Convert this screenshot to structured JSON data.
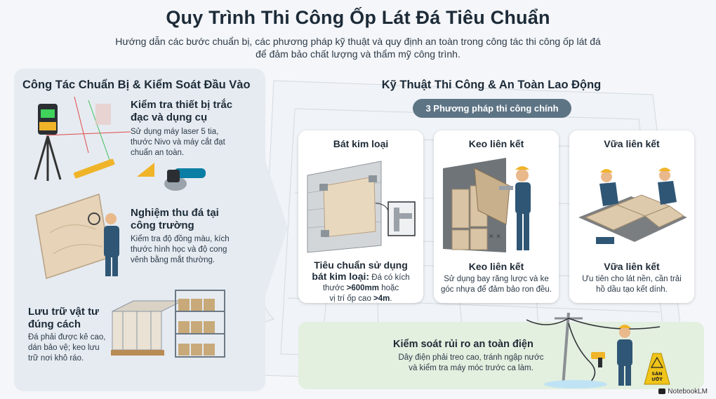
{
  "title": "Quy Trình Thi Công Ốp Lát Đá Tiêu Chuẩn",
  "subtitle_line1": "Hướng dẫn các bước chuẩn bị, các phương pháp kỹ thuật và quy định an toàn trong công tác thi công ốp lát đá",
  "subtitle_line2": "để đảm bảo chất lượng và thẩm mỹ công trình.",
  "left": {
    "heading": "Công Tác Chuẩn Bị & Kiểm Soát Đầu Vào",
    "items": [
      {
        "title_line1": "Kiểm tra thiết bị trắc",
        "title_line2": "đạc và dụng cụ",
        "desc_line1": "Sử dụng máy laser 5 tia,",
        "desc_line2": "thước Nivo và máy cắt đạt",
        "desc_line3": "chuẩn an toàn."
      },
      {
        "title_line1": "Nghiệm thu đá tại",
        "title_line2": "công trường",
        "desc_line1": "Kiểm tra độ đồng màu, kích",
        "desc_line2": "thước hình học và độ cong",
        "desc_line3": "vênh bằng mắt thường."
      },
      {
        "title_line1": "Lưu trữ vật tư",
        "title_line2": "đúng cách",
        "desc_line1": "Đá phải được kê cao,",
        "desc_line2": "dán bảo vệ; keo lưu",
        "desc_line3": "trữ nơi khô ráo."
      }
    ]
  },
  "right": {
    "heading": "Kỹ Thuật Thi Công & An Toàn Lao Động",
    "pill": "3 Phương pháp thi công chính",
    "cards": [
      {
        "title": "Bát kim loại",
        "std_line1": "Tiêu chuẩn sử dụng",
        "std_line2": "bát kim loại:",
        "std_rest1": " Đá có kích",
        "std_rest2a": "thước ",
        "std_rest2b": ">600mm",
        "std_rest2c": " hoặc",
        "std_rest3a": "vị trí ốp cao ",
        "std_rest3b": ">4m",
        "std_rest3c": "."
      },
      {
        "title": "Keo liên kết",
        "sub": "Keo liên kết",
        "desc_line1": "Sử dụng bay răng lược và ke",
        "desc_line2": "góc nhựa để đảm bảo ron đều."
      },
      {
        "title": "Vữa liên kết",
        "sub": "Vữa liên kết",
        "desc_line1": "Ưu tiên cho lát nền, cần trải",
        "desc_line2": "hồ dầu tạo kết dính."
      }
    ],
    "safety": {
      "title": "Kiểm soát rủi ro an toàn điện",
      "desc_line1": "Dây điện phải treo cao, tránh ngập nước",
      "desc_line2": "và kiểm tra máy móc trước ca làm.",
      "sign_line1": "SÀN",
      "sign_line2": "ƯỚT"
    }
  },
  "brand": "NotebookLM",
  "colors": {
    "pill": "#5d7485",
    "left_panel": "#e6ebf1",
    "safety_panel": "#e3efdf",
    "card": "#ffffff"
  }
}
